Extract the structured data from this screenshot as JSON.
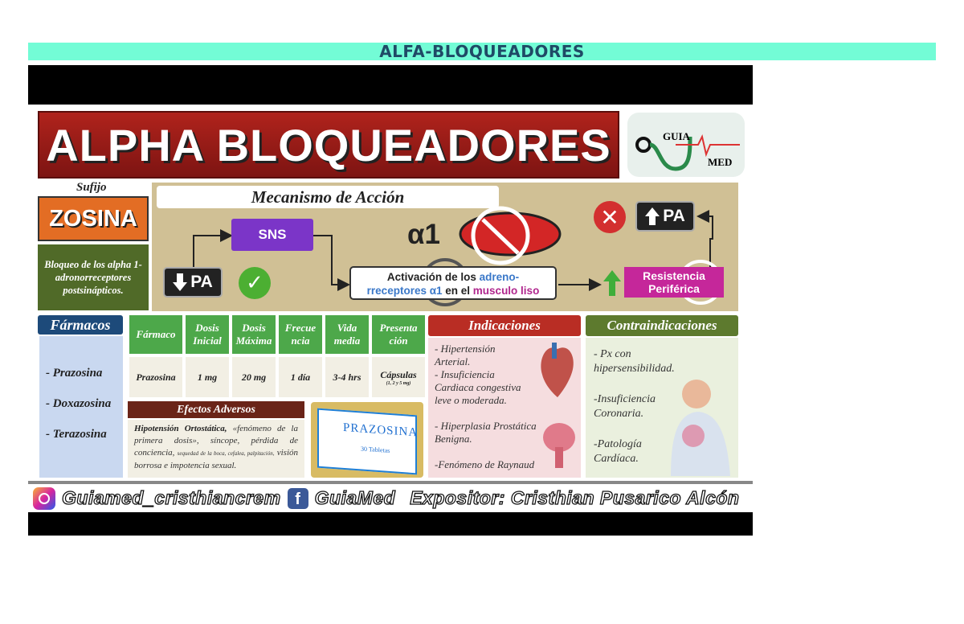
{
  "header": {
    "title": "ALFA-BLOQUEADORES"
  },
  "infographic": {
    "title": "ALPHA BLOQUEADORES",
    "logo": {
      "line1": "GUIA",
      "line2": "MED"
    },
    "sufijo_label": "Sufijo",
    "sufijo_value": "ZOSINA",
    "bloqueo_text": "Bloqueo de los alpha 1-adronorreceptores postsinápticos.",
    "mechanism": {
      "title": "Mecanismo de Acción",
      "pa_down": "PA",
      "sns": "SNS",
      "a1": "α1",
      "activation_line1a": "Activación de los ",
      "activation_line1b": "adreno-",
      "activation_line2a": "rreceptores α1",
      "activation_line2b": " en el ",
      "activation_line2c": "musculo liso",
      "pa_up": "PA",
      "resistance": "Resistencia Periférica"
    },
    "farmacos": {
      "title": "Fármacos",
      "items": [
        "- Prazosina",
        "- Doxazosina",
        "- Terazosina"
      ]
    },
    "table": {
      "headers": [
        "Fármaco",
        "Dosis Inicial",
        "Dosis Máxima",
        "Frecue ncia",
        "Vida media",
        "Presenta ción"
      ],
      "row": [
        "Prazosina",
        "1 mg",
        "20 mg",
        "1 día",
        "3-4 hrs",
        "Cápsulas"
      ],
      "capsulas_note": "(1, 2 y 5 mg)"
    },
    "efectos": {
      "title": "Efectos Adversos",
      "bold": "Hipotensión Ortostática,",
      "text1": " «fenómeno de la primera dosis», síncope, pérdida de conciencia, ",
      "small": "sequedad de la boca, cefalea, palpitación,",
      "text2": " visión borrosa e impotencia sexual."
    },
    "drug_box": {
      "name": "PRAZOSINA",
      "tablets": "30 Tabletas"
    },
    "indicaciones": {
      "title": "Indicaciones",
      "items": [
        "- Hipertensión Arterial.",
        "- Insuficiencia Cardiaca congestiva leve o moderada.",
        "- Hiperplasia Prostática Benigna.",
        "-Fenómeno de Raynaud"
      ]
    },
    "contraindicaciones": {
      "title": "Contraindicaciones",
      "items": [
        "- Px con hipersensibilidad.",
        "-Insuficiencia Coronaria.",
        "-Patología Cardíaca."
      ]
    },
    "footer": {
      "instagram": "Guiamed_cristhiancrem",
      "facebook": "GuiaMed",
      "expositor": "Expositor: Cristhian Pusarico Alcón"
    }
  }
}
